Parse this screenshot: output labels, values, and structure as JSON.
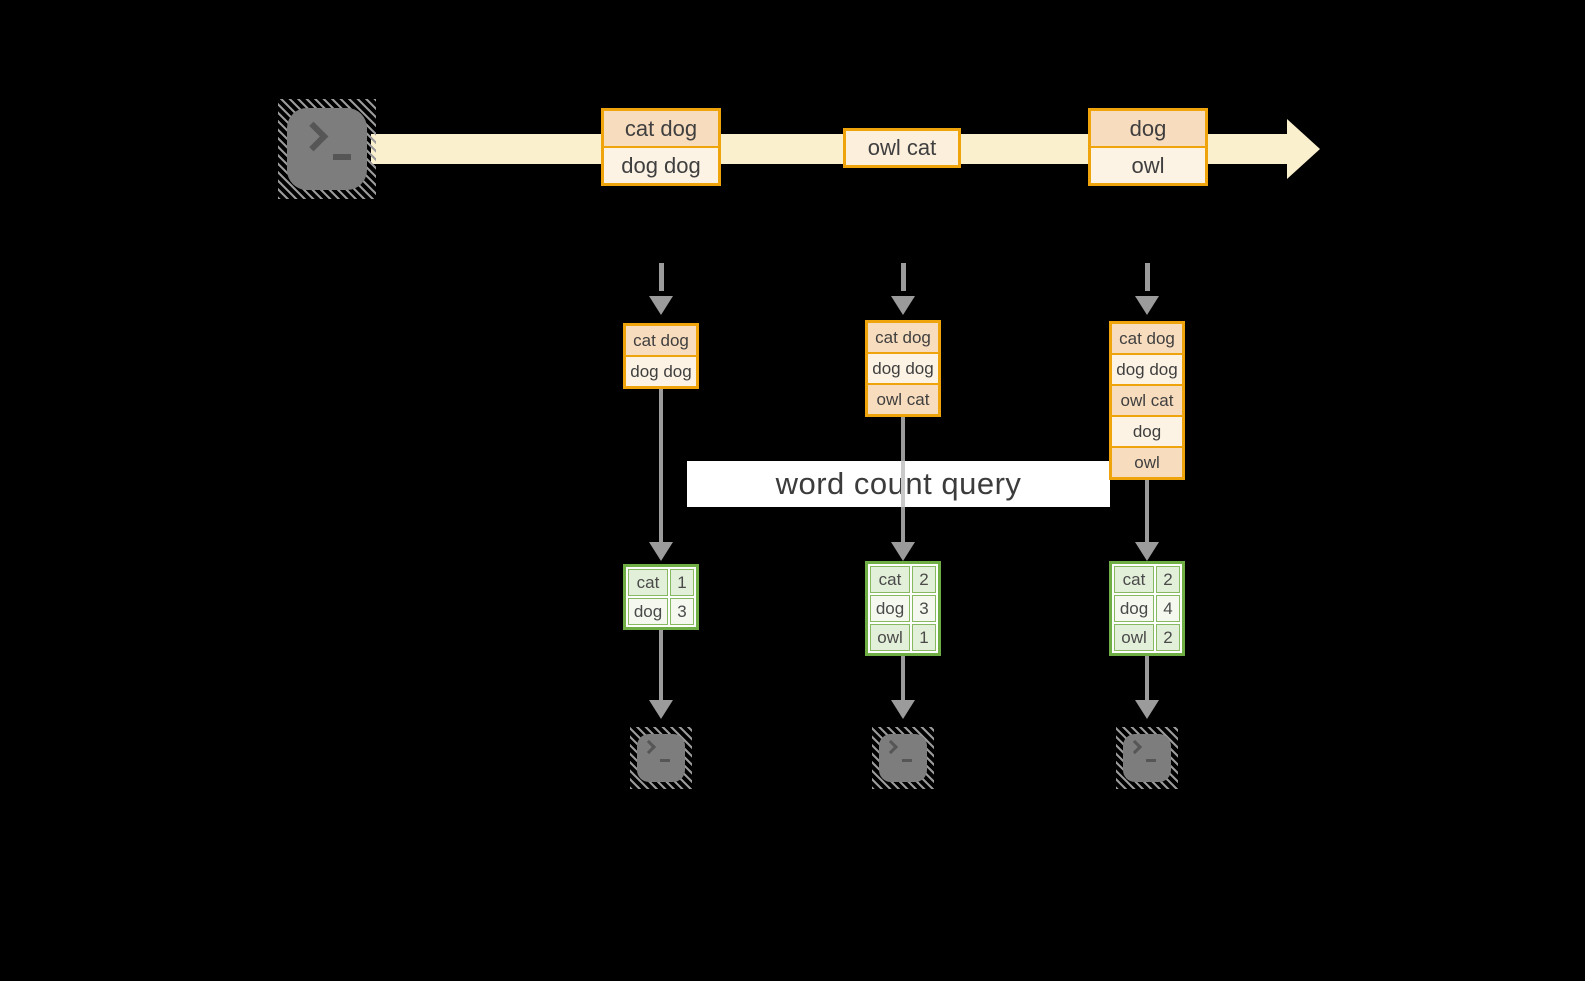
{
  "query_label": "word count query",
  "icons": {
    "terminal_prompt": "❯_"
  },
  "stream": {
    "records": [
      {
        "cells": [
          "cat dog",
          "dog dog"
        ]
      },
      {
        "cells": [
          "owl cat"
        ]
      },
      {
        "cells": [
          "dog",
          "owl"
        ]
      }
    ]
  },
  "micro_batches": [
    {
      "items": [
        "cat dog",
        "dog dog"
      ]
    },
    {
      "items": [
        "cat dog",
        "dog dog",
        "owl cat"
      ]
    },
    {
      "items": [
        "cat dog",
        "dog dog",
        "owl cat",
        "dog",
        "owl"
      ]
    }
  ],
  "word_counts": [
    {
      "rows": [
        {
          "word": "cat",
          "count": "1"
        },
        {
          "word": "dog",
          "count": "3"
        }
      ]
    },
    {
      "rows": [
        {
          "word": "cat",
          "count": "2"
        },
        {
          "word": "dog",
          "count": "3"
        },
        {
          "word": "owl",
          "count": "1"
        }
      ]
    },
    {
      "rows": [
        {
          "word": "cat",
          "count": "2"
        },
        {
          "word": "dog",
          "count": "4"
        },
        {
          "word": "owl",
          "count": "2"
        }
      ]
    }
  ],
  "colors": {
    "background": "#000000",
    "stream_band": "#fbf0ce",
    "orange_border": "#f0a40c",
    "cell_peach": "#f8dcbe",
    "cell_cream": "#fdf3e4",
    "green_border": "#6fae44",
    "green_cell_light": "#e2efd9",
    "green_cell_lighter": "#f4f8ef",
    "arrow_gray": "#9b9b9b",
    "terminal_gray": "#7d7d7d",
    "query_box_bg": "#ffffff",
    "text_dark": "#3f3f3f"
  }
}
